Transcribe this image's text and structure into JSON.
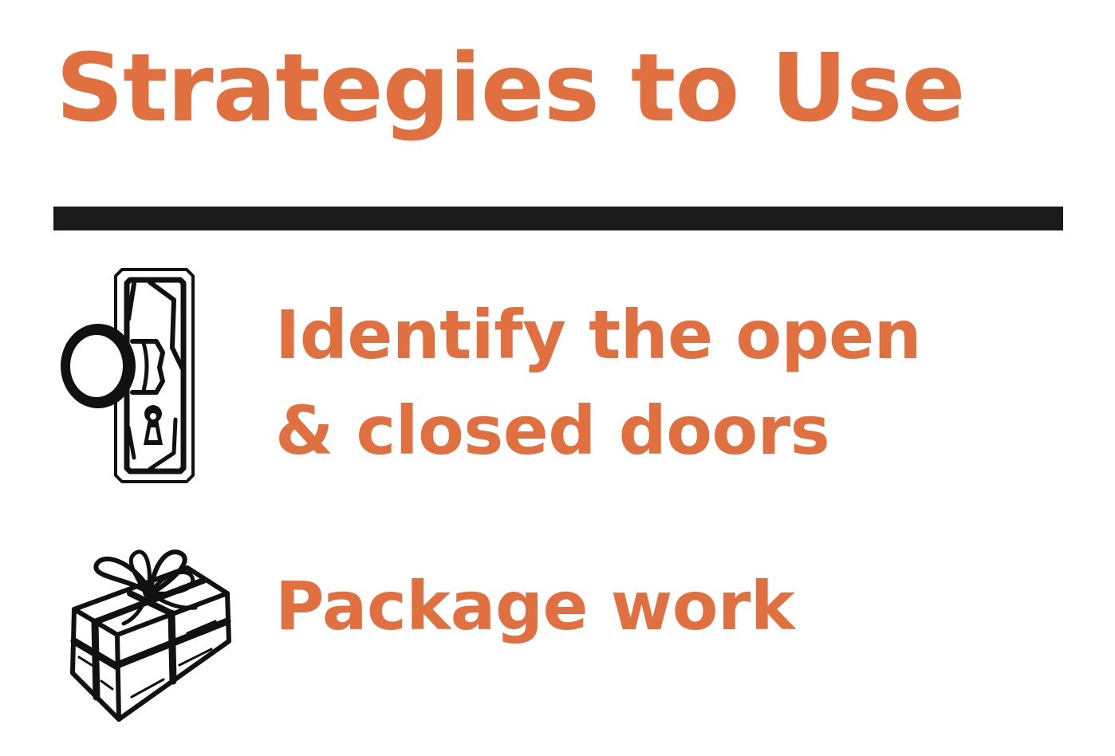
{
  "slide": {
    "title": "Strategies to Use",
    "colors": {
      "accent": "#E07040",
      "rule": "#1a1a1a",
      "icon": "#111111",
      "background": "#ffffff"
    },
    "items": [
      {
        "icon": "door-knob-icon",
        "lines": [
          "Identify the open",
          "& closed doors"
        ]
      },
      {
        "icon": "gift-box-icon",
        "lines": [
          "Package work"
        ]
      }
    ]
  }
}
